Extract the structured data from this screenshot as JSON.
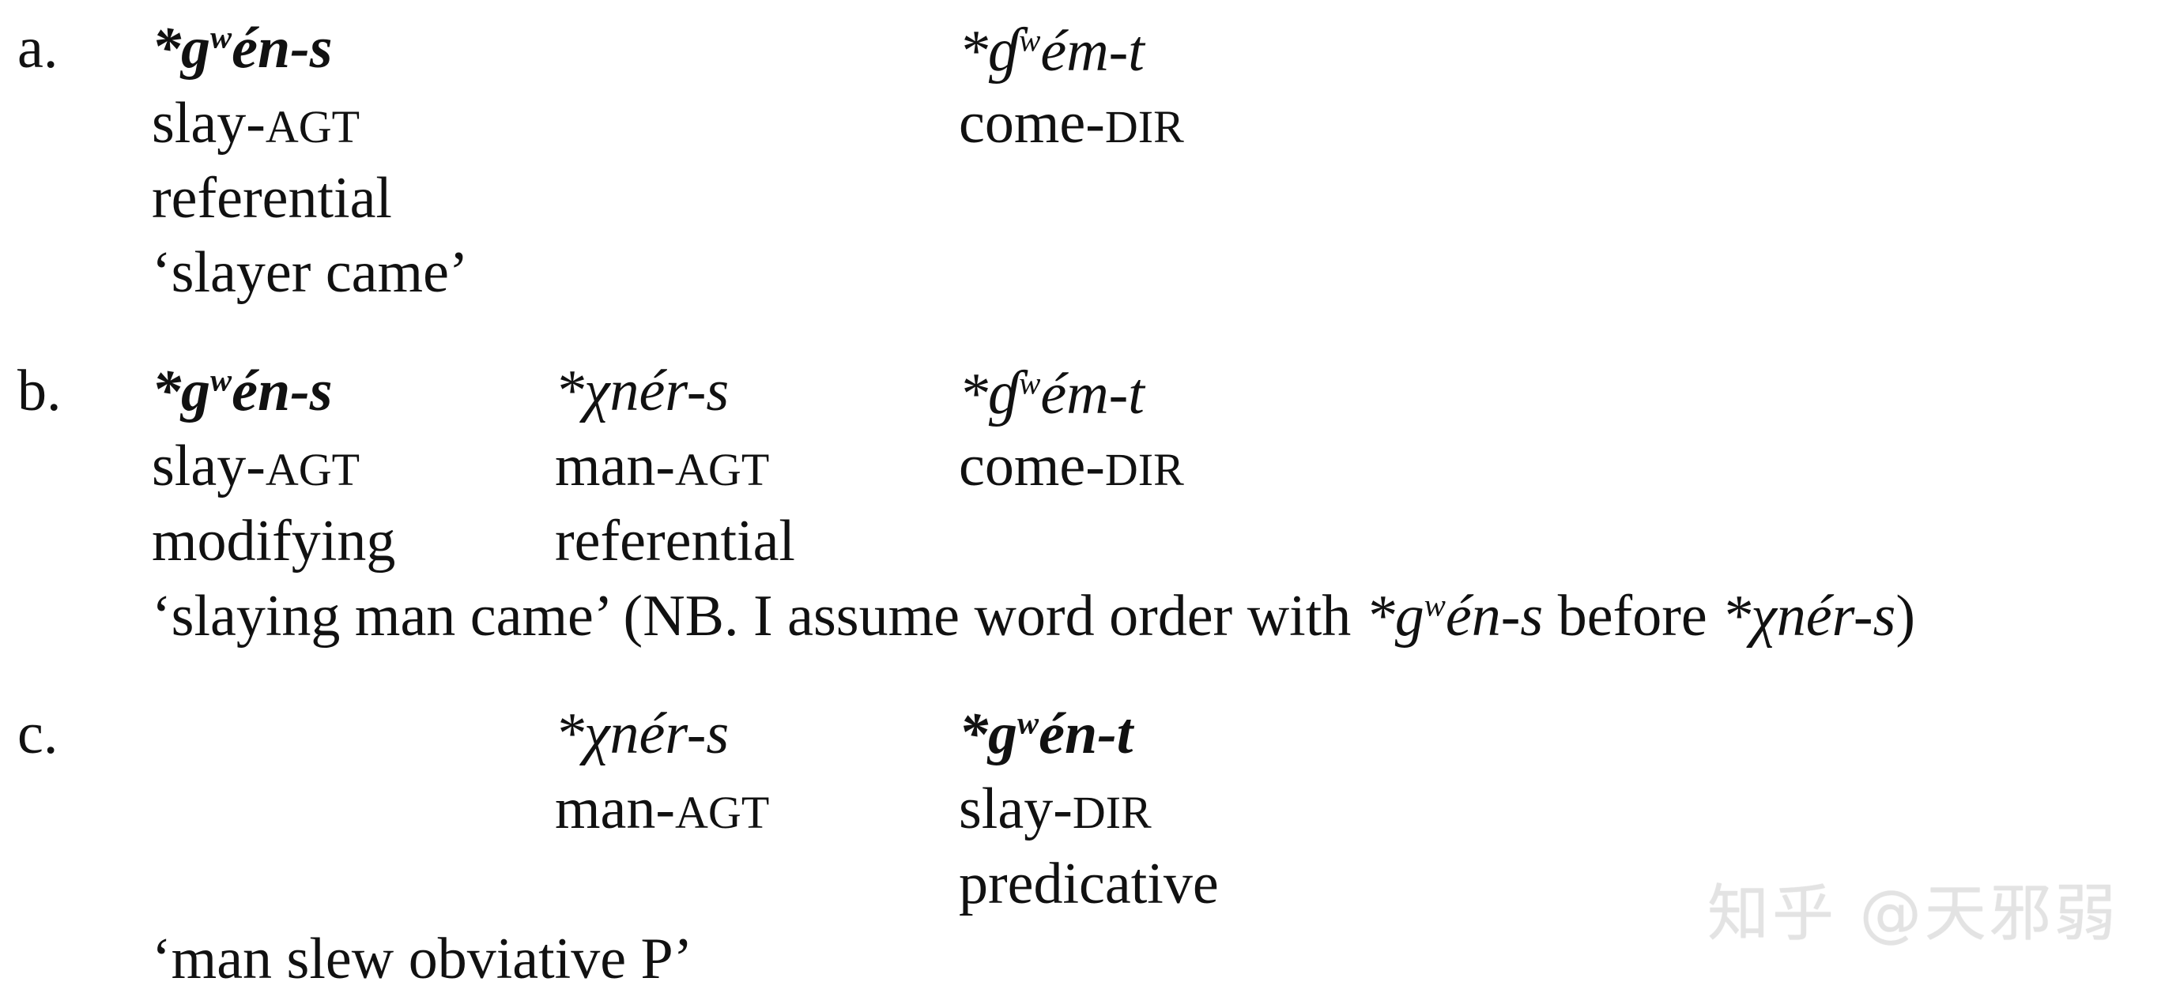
{
  "examples": {
    "a": {
      "label": "a.",
      "w1": {
        "pre": "*g",
        "sup": "w",
        "post": "én-s",
        "gloss_root": "slay-",
        "gloss_suffix": "AGT",
        "function": "referential"
      },
      "w3": {
        "pre": "*",
        "glyph": "ɠ",
        "sup": "w",
        "post": "ém-t",
        "gloss_root": "come-",
        "gloss_suffix": "DIR"
      },
      "translation": "‘slayer came’"
    },
    "b": {
      "label": "b.",
      "w1": {
        "pre": "*g",
        "sup": "w",
        "post": "én-s",
        "gloss_root": "slay-",
        "gloss_suffix": "AGT",
        "function": "modifying"
      },
      "w2": {
        "pre": "*χnér-s",
        "gloss_root": "man-",
        "gloss_suffix": "AGT",
        "function": "referential"
      },
      "w3": {
        "pre": "*",
        "glyph": "ɠ",
        "sup": "w",
        "post": "ém-t",
        "gloss_root": "come-",
        "gloss_suffix": "DIR"
      },
      "translation": {
        "t1": "‘slaying man came’ (NB. I assume word order with ",
        "form1_pre": "*g",
        "form1_sup": "w",
        "form1_post": "én-s",
        "t2": " before ",
        "form2": "*χnér-s",
        "t3": ")"
      }
    },
    "c": {
      "label": "c.",
      "w2": {
        "pre": "*χnér-s",
        "gloss_root": "man-",
        "gloss_suffix": "AGT"
      },
      "w3": {
        "pre": "*g",
        "sup": "w",
        "post": "én-t",
        "gloss_root": "slay-",
        "gloss_suffix": "DIR",
        "function": "predicative"
      },
      "translation": "‘man slew obviative P’"
    }
  },
  "watermark": "知乎 @天邪弱"
}
